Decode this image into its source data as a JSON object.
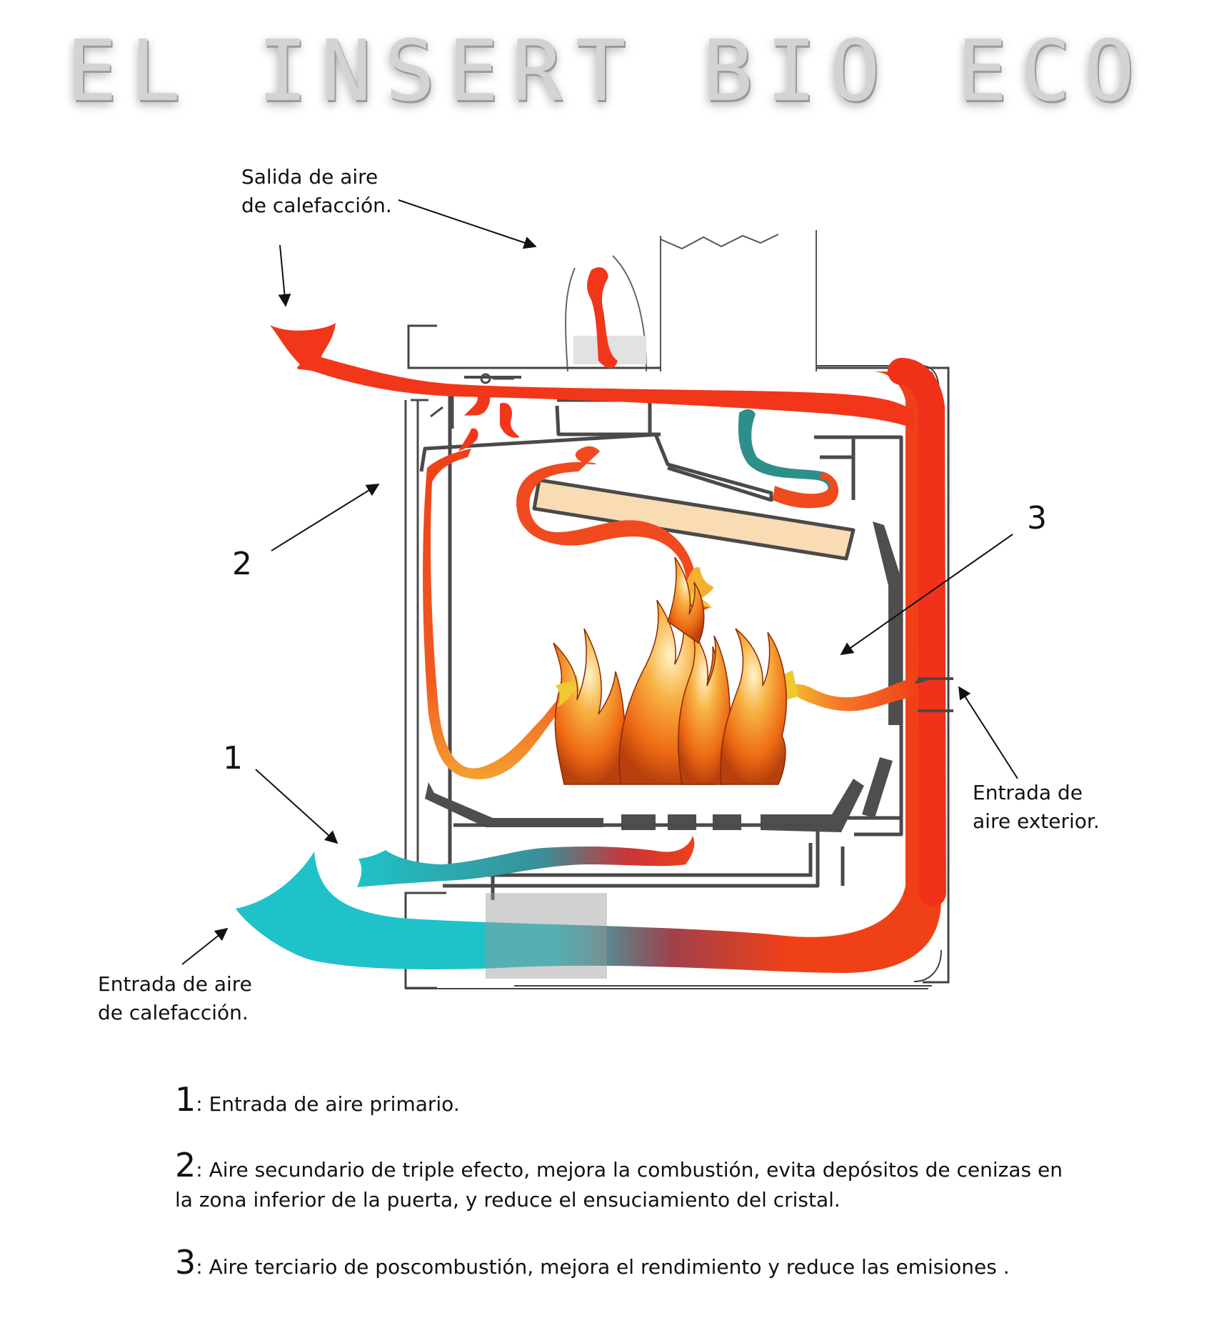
{
  "title": "EL INSERT BIO ECO",
  "labels": {
    "heating_outlet": [
      "Salida de aire",
      "de calefacción."
    ],
    "outside_inlet": [
      "Entrada de",
      "aire exterior."
    ],
    "heating_inlet": [
      "Entrada de aire",
      "de calefacción."
    ],
    "marker_1": "1",
    "marker_2": "2",
    "marker_3": "3"
  },
  "legend": [
    {
      "number": "1",
      "text": ": Entrada de aire primario."
    },
    {
      "number": "2",
      "text": ": Aire secundario de triple efecto, mejora la combustión, evita depósitos de cenizas en la zona inferior de la puerta, y reduce el ensuciamiento del cristal."
    },
    {
      "number": "3",
      "text": ": Aire terciario de poscombustión, mejora el rendimiento y reduce las emisiones ."
    }
  ],
  "colors": {
    "hot_air": "#f04018",
    "cold_air": "#1fc2c8",
    "metal": "#4a4a4a",
    "baffle": "#f9dcb4",
    "flame": "#f07a18"
  }
}
